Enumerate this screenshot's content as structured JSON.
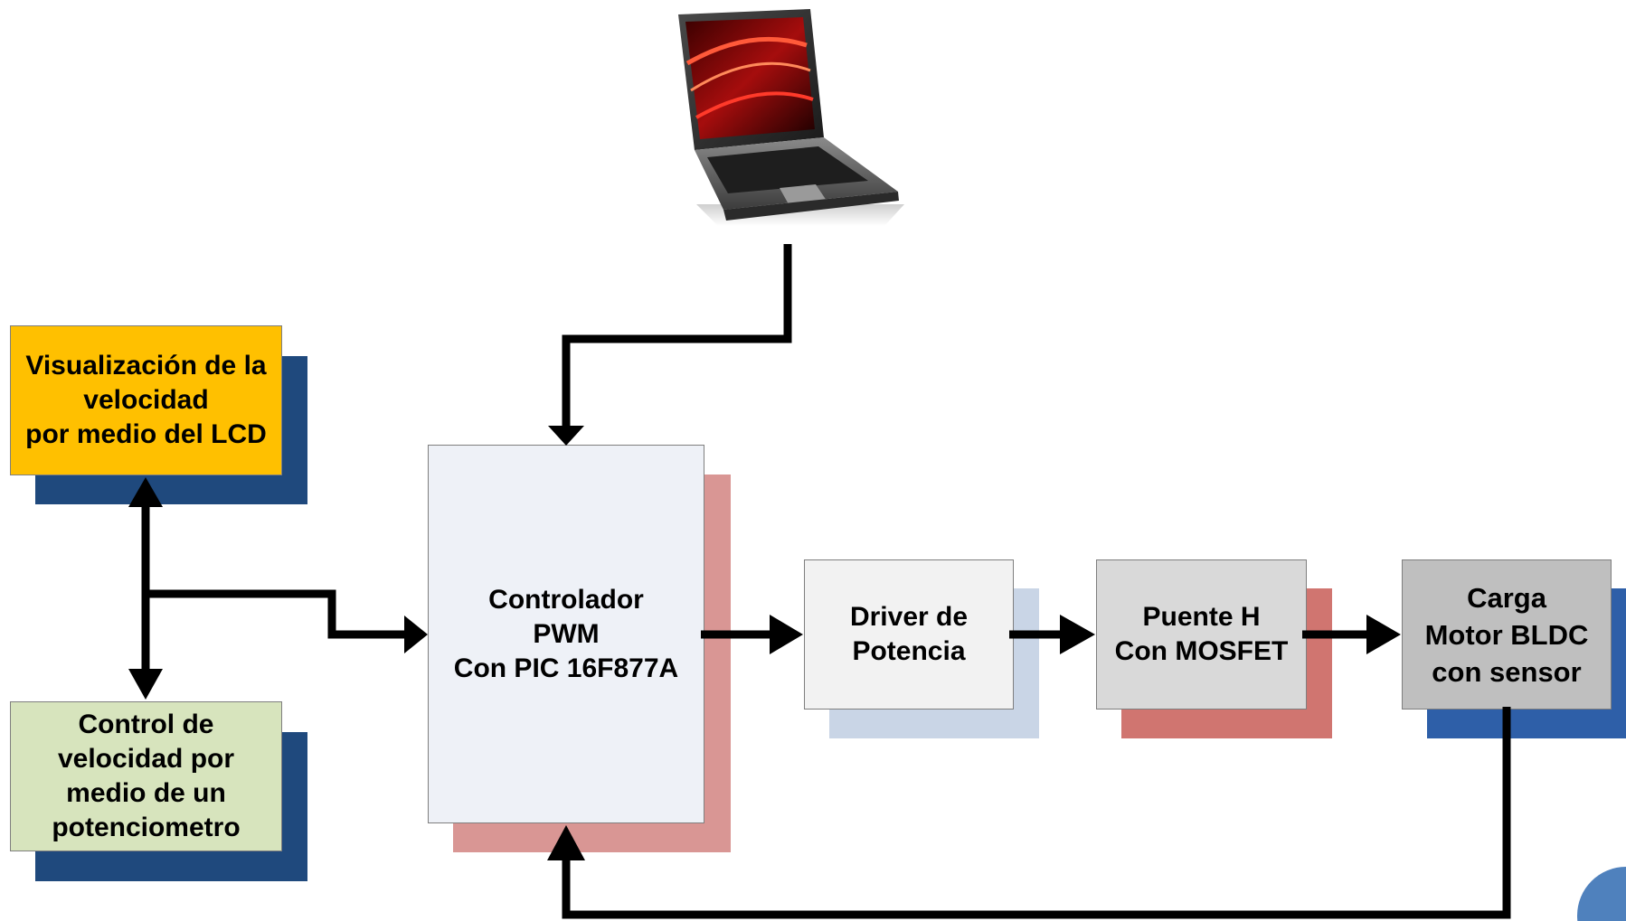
{
  "colors": {
    "lcd_fill": "#FFC000",
    "lcd_shadow": "#1F497D",
    "pot_fill": "#D7E4BD",
    "pot_shadow": "#1F497D",
    "controller_fill": "#EEF1F7",
    "controller_shadow": "#D99694",
    "driver_fill": "#F2F2F2",
    "driver_shadow": "#C9D5E6",
    "bridge_fill": "#D9D9D9",
    "bridge_shadow": "#D07570",
    "motor_fill": "#BFBFBF",
    "motor_shadow": "#2E5FA8",
    "corner_circle": "#4F81BD",
    "arrow": "#000000"
  },
  "icons": {
    "computer": "laptop-icon",
    "decoration": "circle-decoration"
  },
  "blocks": {
    "lcd": [
      "Visualización de la",
      "velocidad",
      "por medio del LCD"
    ],
    "potentiometer": [
      "Control de",
      "velocidad por",
      "medio de un",
      "potenciometro"
    ],
    "controller": [
      "Controlador",
      "PWM",
      "Con PIC 16F877A"
    ],
    "driver": [
      "Driver de",
      "Potencia"
    ],
    "bridge": [
      "Puente H",
      "Con MOSFET"
    ],
    "motor": [
      "Carga",
      "Motor BLDC",
      "con sensor"
    ]
  }
}
